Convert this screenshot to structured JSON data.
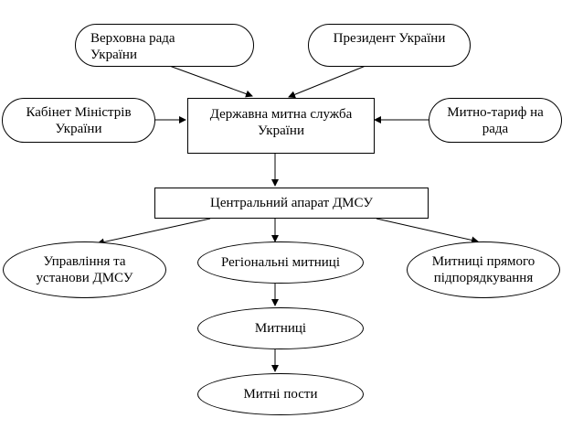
{
  "nodes": {
    "verkhovna_rada": {
      "line1": "Верховна рада",
      "line2": "України"
    },
    "president": {
      "line1": "Президент України"
    },
    "cabinet": {
      "line1": "Кабінет Міністрів",
      "line2": "України"
    },
    "dmsu": {
      "line1": "Державна митна служба",
      "line2": "України"
    },
    "tariff_council": {
      "line1": "Митно-тариф на",
      "line2": "рада"
    },
    "central_apparatus": {
      "line1": "Центральний апарат ДМСУ"
    },
    "departments": {
      "line1": "Управління та",
      "line2": "установи ДМСУ"
    },
    "regional_customs": {
      "line1": "Регіональні митниці"
    },
    "direct_customs": {
      "line1": "Митниці прямого",
      "line2": "підпорядкування"
    },
    "customs": {
      "line1": "Митниці"
    },
    "customs_posts": {
      "line1": "Митні пости"
    }
  }
}
